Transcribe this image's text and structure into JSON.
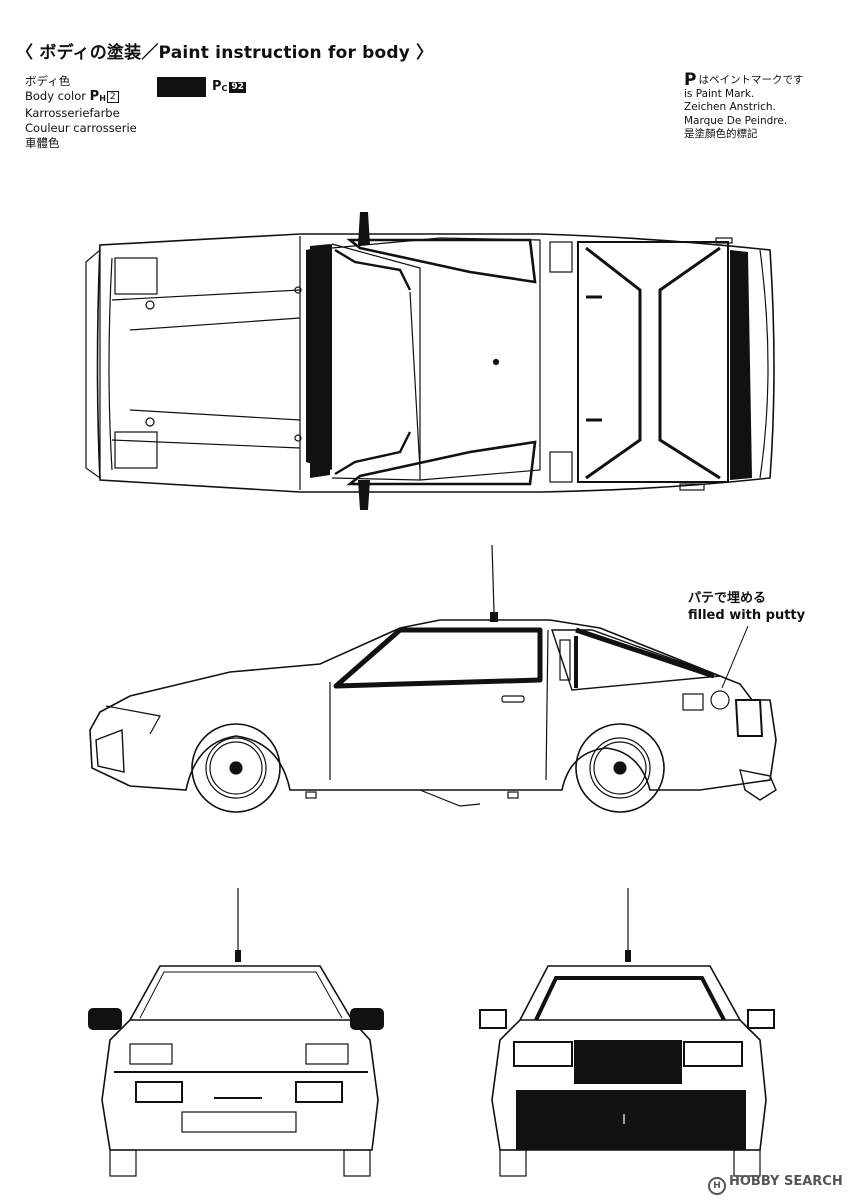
{
  "header": {
    "title": "〈 ボディの塗装／Paint instruction for body 〉"
  },
  "body_color": {
    "label_ja": "ボディ色",
    "label_en": "Body color",
    "paint_mark": "P",
    "paint_mark_sub": "H",
    "paint_mark_num": "2",
    "label_de": "Karrosseriefarbe",
    "label_fr": "Couleur carrosserie",
    "label_zh": "車體色",
    "swatch_color": "#111111",
    "code_mark": "P",
    "code_mark_sub": "C",
    "code_num": "92"
  },
  "legend": {
    "mark": "P",
    "line_ja": "はペイントマークです",
    "line_en": "is Paint Mark.",
    "line_de": "Zeichen Anstrich.",
    "line_fr": "Marque De Peindre.",
    "line_zh": "是塗顏色的標記"
  },
  "callout": {
    "line_ja": "パテで埋める",
    "line_en": "filled with putty"
  },
  "watermark": {
    "icon": "H",
    "text": "HOBBY SEARCH"
  }
}
